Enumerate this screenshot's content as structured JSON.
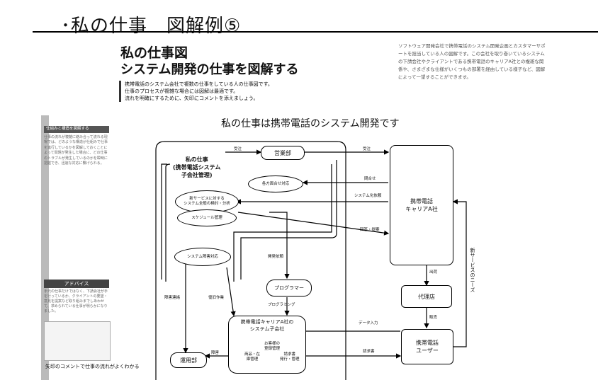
{
  "header": {
    "title": "･私の仕事　図解例⑤"
  },
  "article": {
    "heading1": "私の仕事図",
    "heading2": "システム開発の仕事を図解する",
    "intro": [
      "携帯電話のシステム会社で複数の仕事をしている人の仕事図です。",
      "仕事のプロセスが複雑な場合には図解は最適です。",
      "流れを明確にするために、矢印にコメントを添えましょう。"
    ],
    "right_paragraph": "ソフトウェア開発会社で携帯電話のシステム開発企画とカスタマーサポートを担当している人の図解です。この会社を取り巻いているシステムの下請会社やクライアントである携帯電話のキャリアA社との複雑な関係や、さまざまな仕様がいくつもの部署を経由している様子など、図解によって一望することができます。"
  },
  "sidebar": {
    "tip_heading": "仕組みと構造を図解する",
    "tip_text": "仕事の流れが複雑に絡み合って流れる現場では、どのような構造が仕組みで仕事を進行しているかを図解しておくことによって問題が発生した場合に、どの仕事のトラブルが発生しているのかを瞬時に把握でき、迅速な対応に繋げられる。",
    "advice_heading": "アドバイス",
    "advice_text": "手元の仕事だけではなく、下請会社が手を行っているか、クライアントの要望・意見を提案など取り組みまでしあわせて、求められている仕事が明らかになりました。",
    "caption": "矢印のコメントで仕事の流れがよくわかる"
  },
  "diagram": {
    "title": "私の仕事は携帯電話のシステム開発です",
    "self_label": "私の仕事\n(携帯電話システム\n子会社管理)",
    "nodes": {
      "sales": "営業部",
      "response": "各方面合せ対応",
      "new_service": "新サービスに対する\nシステム全般の検討・分析",
      "schedule": "スケジュール管理",
      "fault": "システム障害対応",
      "programmer": "プログラマー",
      "subsidiary": "携帯電話キャリアA社の\nシステム子会社",
      "sub_1": "お客様の\n登録管理",
      "sub_2": "商品・在\n庫管理",
      "sub_3": "請求書\n発行・管理",
      "operations": "運用部",
      "carrier": "携帯電話\nキャリアA社",
      "agency": "代理店",
      "user": "携帯電話\nユーザー"
    },
    "arrow_labels": {
      "sales_in": "受注",
      "sales_out": "受注",
      "inquiry": "問合せ",
      "request": "システム化依頼",
      "answer": "回答・提案",
      "dev_order": "開発依頼",
      "programming": "プログラミング",
      "fault_report": "障害連絡",
      "recovery": "復旧作業",
      "fault2": "障害",
      "data_input": "データ入力",
      "bill": "請求書",
      "ship": "出荷",
      "sell": "販売",
      "needs": "新サービスのニーズ"
    }
  }
}
